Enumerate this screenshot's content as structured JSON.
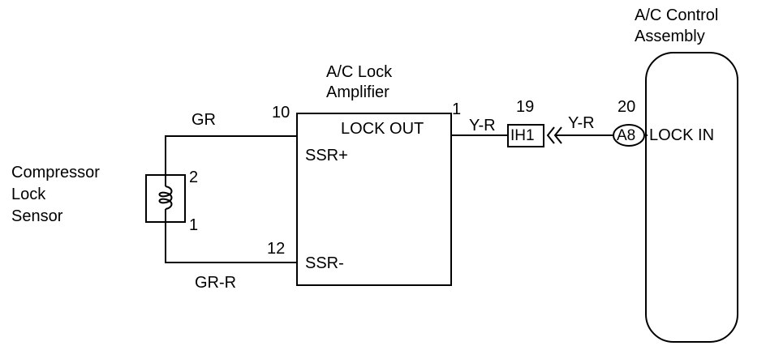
{
  "title": {
    "ac_control_line1": "A/C Control",
    "ac_control_line2": "Assembly",
    "lock_amp_line1": "A/C Lock",
    "lock_amp_line2": "Amplifier",
    "sensor_line1": "Compressor",
    "sensor_line2": "Lock",
    "sensor_line3": "Sensor"
  },
  "pins": {
    "amp_pin10": "10",
    "amp_pin12": "12",
    "amp_pin1": "1",
    "sensor_pin2": "2",
    "sensor_pin1": "1",
    "connector_ih1_pin": "19",
    "connector_a8_pin": "20"
  },
  "terminals": {
    "lock_out": "LOCK OUT",
    "ssr_plus": "SSR+",
    "ssr_minus": "SSR-",
    "lock_in": "LOCK IN"
  },
  "wires": {
    "gr": "GR",
    "gr_r": "GR-R",
    "y_r_left": "Y-R",
    "y_r_right": "Y-R"
  },
  "connectors": {
    "ih1": "IH1",
    "a8": "A8"
  },
  "colors": {
    "line": "#000000",
    "background": "#ffffff"
  }
}
